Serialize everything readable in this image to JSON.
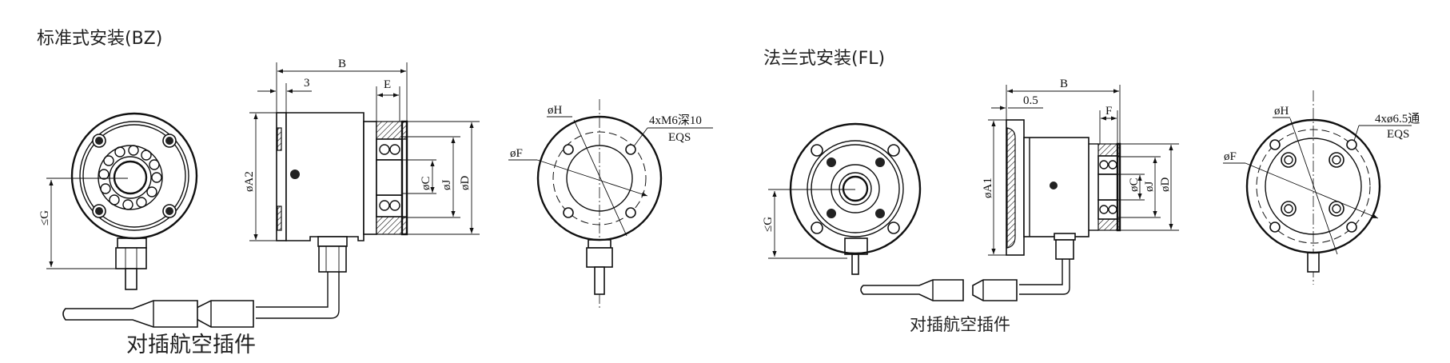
{
  "standard": {
    "title": "标准式安装(BZ)",
    "dims": {
      "B": "B",
      "three": "3",
      "E": "E",
      "A2": "øA2",
      "C": "øC",
      "J": "øJ",
      "D": "øD",
      "G": "≤G",
      "H": "øH",
      "F": "øF"
    },
    "hole_note": "4xM6深10",
    "eqs": "EQS",
    "connector_label": "对插航空插件"
  },
  "flange": {
    "title": "法兰式安装(FL)",
    "dims": {
      "B": "B",
      "half": "0.5",
      "F_width": "F",
      "A1": "øA1",
      "C": "øC",
      "J": "øJ",
      "D": "øD",
      "G": "≤G",
      "H": "øH",
      "F": "øF"
    },
    "hole_note": "4xø6.5通",
    "eqs": "EQS",
    "connector_label": "对插航空插件"
  }
}
